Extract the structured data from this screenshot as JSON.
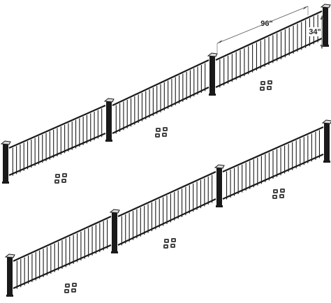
{
  "dimensions": {
    "length": "96\"",
    "height": "34\""
  },
  "colors": {
    "rail": "#1a1a1a",
    "post": "#1a1a1a",
    "post_cap": "#d9d9d9",
    "hardware": "#444444",
    "dimension_line": "#555555"
  },
  "rows": [
    {
      "name": "top-row",
      "posts": 4,
      "panels": 3,
      "hardware_sets": 3
    },
    {
      "name": "bottom-row",
      "posts": 4,
      "panels": 3,
      "hardware_sets": 3
    }
  ]
}
